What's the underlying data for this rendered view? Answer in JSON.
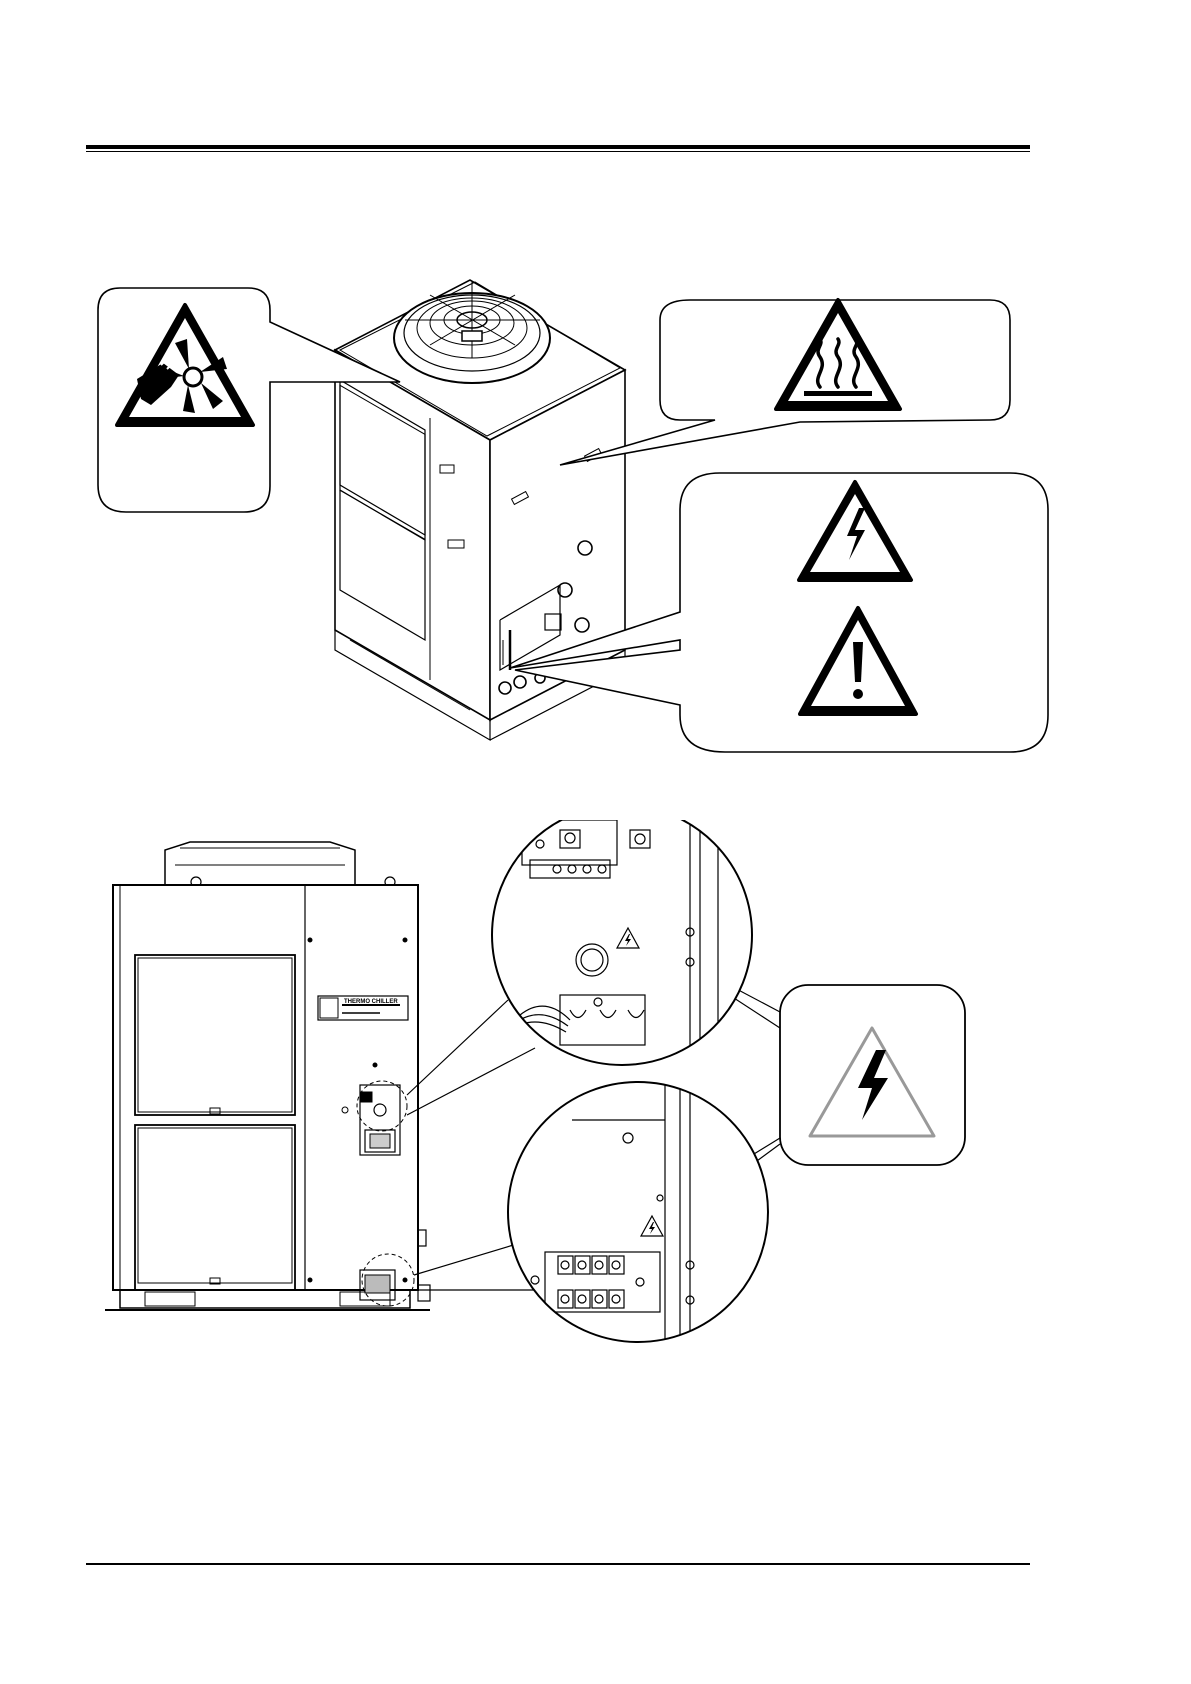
{
  "document": {
    "rules": [
      "header-rule",
      "footer-rule"
    ],
    "colors": {
      "ink": "#000000",
      "paper": "#ffffff",
      "grey_symbol": "#999999"
    }
  },
  "figure_top": {
    "unit": "thermo-chiller-isometric",
    "callouts": [
      {
        "id": "fan",
        "icon": "rotating-fan-hand-warning-icon"
      },
      {
        "id": "hot",
        "icon": "hot-surface-warning-icon"
      },
      {
        "id": "electric",
        "icon": "electric-shock-warning-icon"
      },
      {
        "id": "general",
        "icon": "general-caution-icon"
      }
    ]
  },
  "figure_bottom": {
    "unit": "thermo-chiller-side-view",
    "nameplate_text": "THERMO CHILLER",
    "callouts": [
      {
        "id": "electric-grey",
        "icon": "electric-shock-warning-icon"
      }
    ]
  }
}
